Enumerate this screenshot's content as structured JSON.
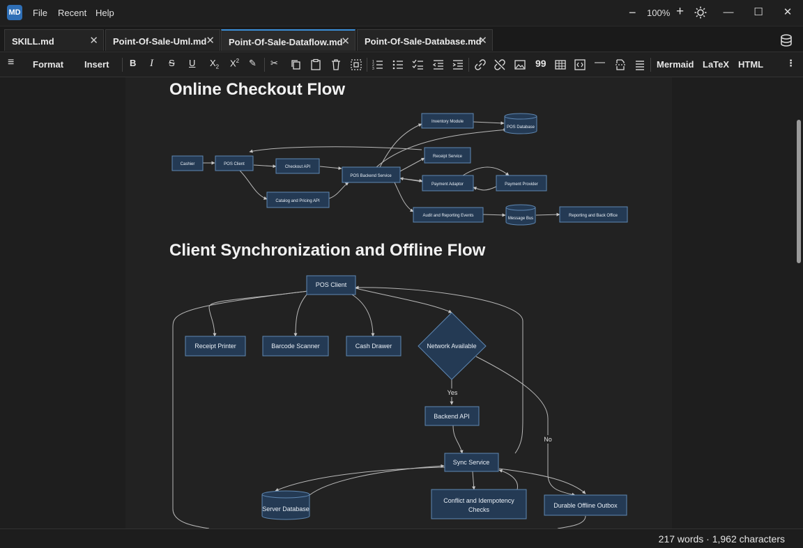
{
  "app": {
    "icon_text": "MD",
    "menu": [
      "File",
      "Recent",
      "Help"
    ],
    "zoom_level": "100%"
  },
  "tabs": [
    {
      "label": "SKILL.md",
      "active": false
    },
    {
      "label": "Point-Of-Sale-Uml.md",
      "active": false
    },
    {
      "label": "Point-Of-Sale-Dataflow.md",
      "active": true
    },
    {
      "label": "Point-Of-Sale-Database.md",
      "active": false
    }
  ],
  "toolbar": {
    "format_label": "Format",
    "insert_label": "Insert",
    "mermaid_label": "Mermaid",
    "latex_label": "LaTeX",
    "html_label": "HTML"
  },
  "document": {
    "heading1": "Online Checkout Flow",
    "heading2": "Client Synchronization and Offline Flow",
    "diagram1_nodes": {
      "cashier": "Cashier",
      "pos_client": "POS Client",
      "checkout_api": "Checkout API",
      "catalog_api": "Catalog and Pricing API",
      "backend": "POS Backend Service",
      "inventory": "Inventory Module",
      "pos_db": "POS Database",
      "receipt": "Receipt Service",
      "payment_adaptor": "Payment Adaptor",
      "payment_provider": "Payment Provider",
      "audit": "Audit and Reporting Events",
      "message_bus": "Message Bus",
      "reporting": "Reporting and Back Office"
    },
    "diagram2_nodes": {
      "pos_client": "POS Client",
      "receipt_printer": "Receipt Printer",
      "barcode_scanner": "Barcode Scanner",
      "cash_drawer": "Cash Drawer",
      "network_available": "Network Available",
      "backend_api": "Backend API",
      "sync_service": "Sync Service",
      "server_db": "Server Database",
      "conflict_line1": "Conflict and Idempotency",
      "conflict_line2": "Checks",
      "outbox": "Durable Offline Outbox"
    },
    "diagram2_edge_labels": {
      "yes": "Yes",
      "no": "No"
    }
  },
  "status": {
    "text": "217 words · 1,962 characters"
  }
}
